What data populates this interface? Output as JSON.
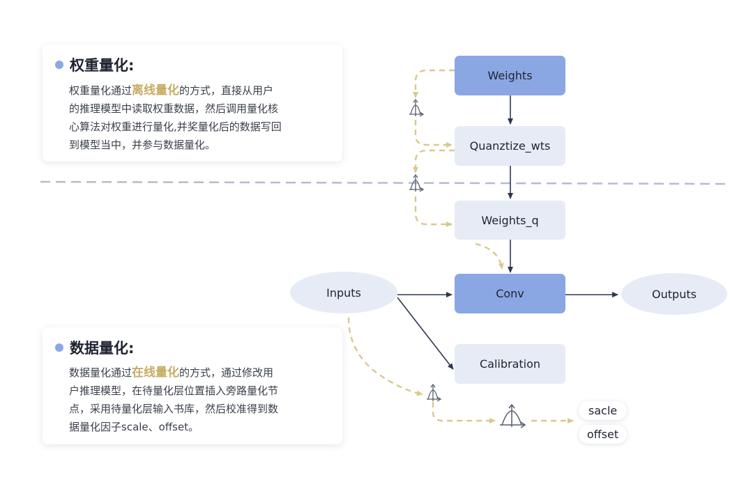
{
  "weight_card": {
    "title": "权重量化:",
    "line1_pre": "权重量化通过",
    "line1_highlight": "离线量化",
    "line1_post": "的方式，直接从用户",
    "line2": "的推理模型中读取权重数据，然后调用量化核",
    "line3": "心算法对权重进行量化,并奖量化后的数据写回",
    "line4": "到模型当中，并参与数据量化。"
  },
  "data_card": {
    "title": "数据量化:",
    "line1_pre": "数据量化通过",
    "line1_highlight": "在线量化",
    "line1_post": "的方式，通过修改用",
    "line2": "户推理模型，在待量化层位置插入旁路量化节",
    "line3": "点，采用待量化层输入书库，然后校准得到数",
    "line4": "据量化因子scale、offset。"
  },
  "nodes": {
    "weights": "Weights",
    "quantize_wts": "Quanztize_wts",
    "weights_q": "Weights_q",
    "conv": "Conv",
    "inputs": "Inputs",
    "outputs": "Outputs",
    "calibration": "Calibration",
    "scale": "sacle",
    "offset": "offset"
  },
  "colors": {
    "primary_node": "#8aa7e3",
    "secondary_node": "#e6ebf6",
    "dashed_flow": "#d9c88e",
    "highlight_text": "#c6ac63",
    "solid_arrow": "#2e3650",
    "divider": "#b4bccd"
  },
  "icons": [
    "quantizer-icon"
  ]
}
